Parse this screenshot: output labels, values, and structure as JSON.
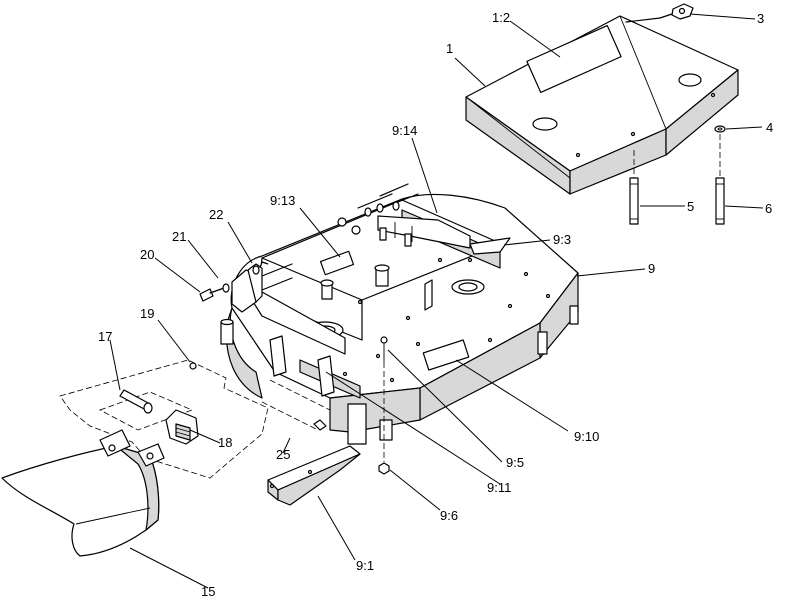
{
  "callouts": {
    "c1": "1",
    "c1_2": "1:2",
    "c3": "3",
    "c4": "4",
    "c5": "5",
    "c6": "6",
    "c9": "9",
    "c9_1": "9:1",
    "c9_3": "9:3",
    "c9_5": "9:5",
    "c9_6": "9:6",
    "c9_10": "9:10",
    "c9_11": "9:11",
    "c9_13": "9:13",
    "c9_14": "9:14",
    "c15": "15",
    "c17": "17",
    "c18": "18",
    "c19": "19",
    "c20": "20",
    "c21": "21",
    "c22": "22",
    "c25": "25"
  }
}
